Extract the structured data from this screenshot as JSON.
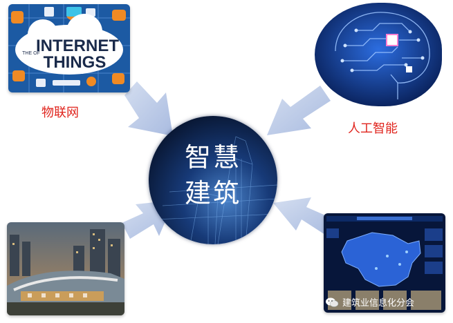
{
  "diagram": {
    "center": {
      "line1": "智慧",
      "line2": "建筑"
    },
    "nodes": {
      "iot": {
        "caption": "物联网",
        "banner_line1": "INTERNET",
        "banner_small": "THE OF",
        "banner_line2": "THINGS"
      },
      "ai": {
        "caption": "人工智能"
      },
      "building": {},
      "map": {}
    }
  },
  "watermark": {
    "text": "建筑业信息化分会",
    "icon": "wechat-icon"
  },
  "colors": {
    "caption": "#e0241d",
    "arrow": "#b9c8e6",
    "hub": "#0a1a3a",
    "iot_bg": "#1c5aa3",
    "ai_bg": "#0b2a6e"
  }
}
